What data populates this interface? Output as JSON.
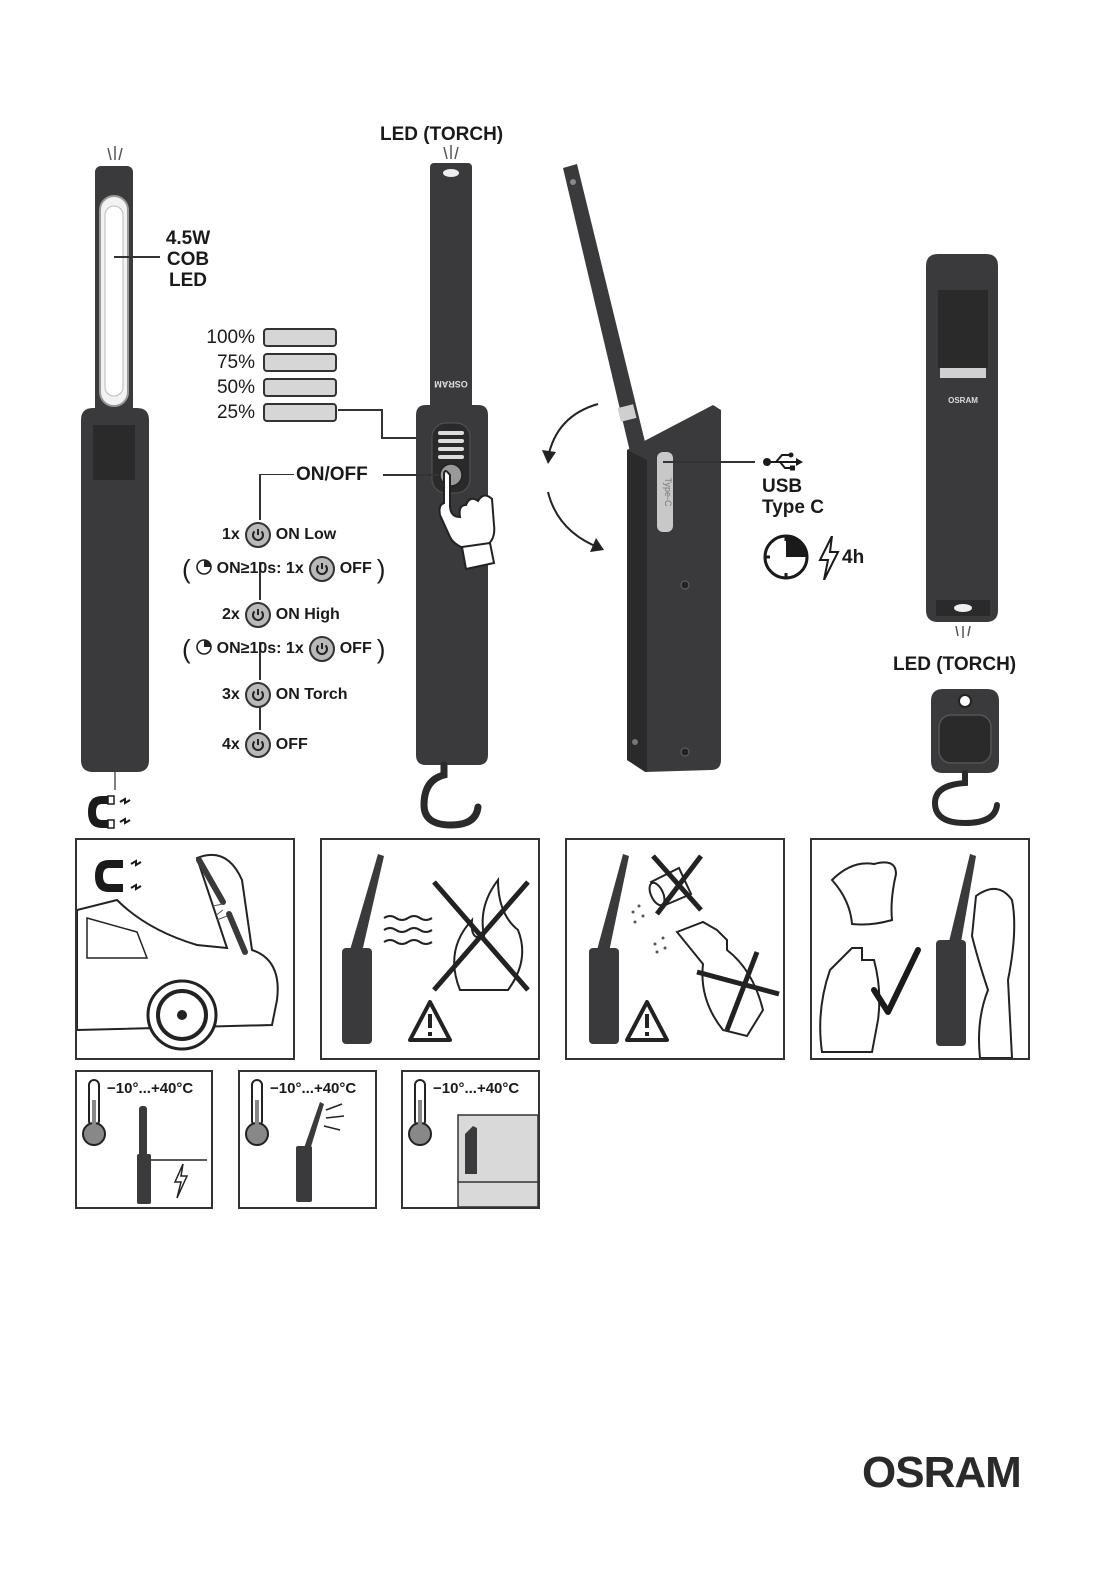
{
  "labels": {
    "led_torch_top": "LED (TORCH)",
    "cob_line1": "4.5W",
    "cob_line2": "COB",
    "cob_line3": "LED",
    "on_off": "ON/OFF",
    "usb_line1": "USB",
    "usb_line2": "Type C",
    "charge_time": "4h",
    "led_torch_right": "LED (TORCH)",
    "device_brand": "OSRAM",
    "port_label": "Type-C"
  },
  "brightness_levels": [
    "100%",
    "75%",
    "50%",
    "25%"
  ],
  "modes": [
    {
      "count": "1x",
      "text": "ON Low"
    },
    {
      "timer": "ON≥10s: 1x",
      "text": "OFF"
    },
    {
      "count": "2x",
      "text": "ON High"
    },
    {
      "timer": "ON≥10s: 1x",
      "text": "OFF"
    },
    {
      "count": "3x",
      "text": "ON Torch"
    },
    {
      "count": "4x",
      "text": "OFF"
    }
  ],
  "temperature_ranges": [
    "−10°...+40°C",
    "−10°...+40°C",
    "−10°...+40°C"
  ],
  "brand": "OSRAM",
  "colors": {
    "device": "#3a3a3c",
    "device_dark": "#2a2a2b",
    "accent_grey": "#bdbdbd",
    "line": "#333333"
  }
}
